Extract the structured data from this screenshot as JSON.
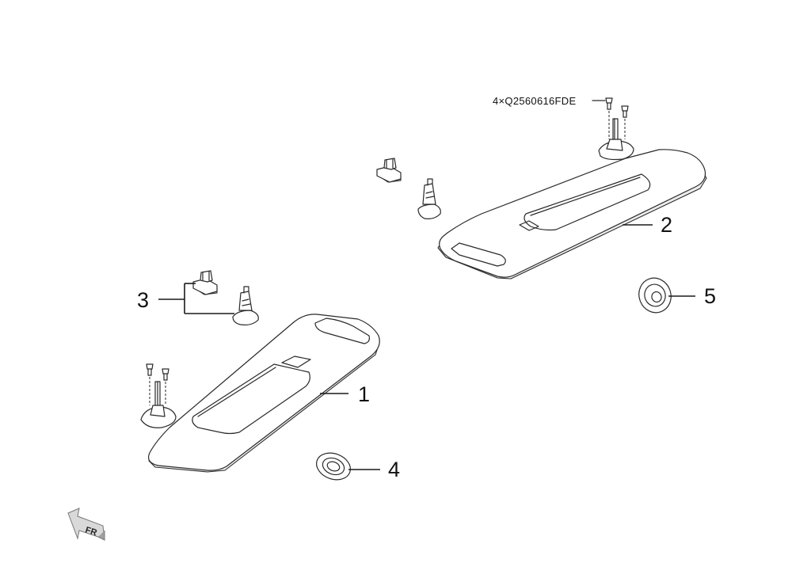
{
  "callouts": {
    "c1": "1",
    "c2": "2",
    "c3": "3",
    "c4": "4",
    "c5": "5"
  },
  "fastener_note": "4×Q2560616FDE",
  "direction_arrow": {
    "label": "FR",
    "icon": "front-direction-arrow-icon"
  },
  "colors": {
    "line": "#2a2a2a",
    "part_fill": "#ffffff",
    "shadow_fill": "#ececec",
    "arrow_fill": "#d9d9d9"
  }
}
